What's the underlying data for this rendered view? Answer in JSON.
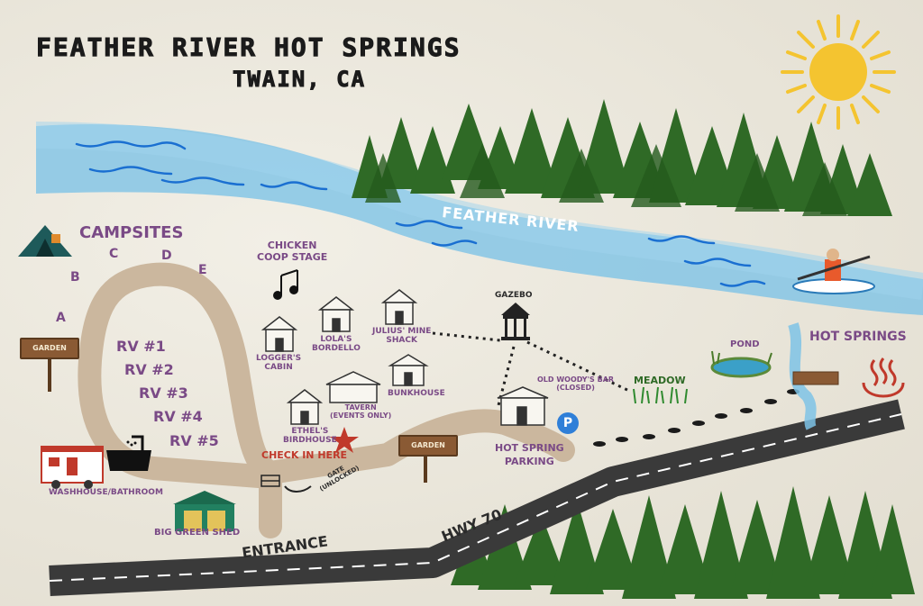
{
  "title": "FEATHER RIVER HOT SPRINGS",
  "subtitle": "TWAIN, CA",
  "river_label": "FEATHER RIVER",
  "campsites": {
    "title": "CAMPSITES",
    "sites": [
      "A",
      "B",
      "C",
      "D",
      "E"
    ]
  },
  "rv_sites": [
    "RV #1",
    "RV #2",
    "RV #3",
    "RV #4",
    "RV #5"
  ],
  "signs": {
    "garden_left": "GARDEN",
    "garden_center": "GARDEN"
  },
  "places": {
    "chicken_coop": "CHICKEN\nCOOP STAGE",
    "loggers_cabin": "LOGGER'S\nCABIN",
    "lolas_bordello": "LOLA'S\nBORDELLO",
    "julius_mine": "JULIUS' MINE\nSHACK",
    "bunkhouse": "BUNKHOUSE",
    "tavern": "TAVERN\n(EVENTS ONLY)",
    "ethels": "ETHEL'S\nBIRDHOUSE",
    "check_in": "CHECK IN HERE",
    "gazebo": "GAZEBO",
    "old_woodys": "OLD WOODY'S BAR\n(CLOSED)",
    "meadow": "MEADOW",
    "pond": "POND",
    "hot_springs": "HOT SPRINGS",
    "hot_spring_parking": "HOT SPRING\nPARKING",
    "washhouse": "WASHHOUSE/BATHROOM",
    "big_green_shed": "BIG GREEN SHED",
    "gate": "GATE\n(UNLOCKED)",
    "entrance": "ENTRANCE",
    "highway": "HWY 70",
    "parking_symbol": "P"
  },
  "colors": {
    "river": "#7ec3e6",
    "path": "#cbb79e",
    "trees": "#2f6a26",
    "purple_text": "#7a4a86",
    "check_in_red": "#c0392b",
    "sun": "#f4c430"
  }
}
